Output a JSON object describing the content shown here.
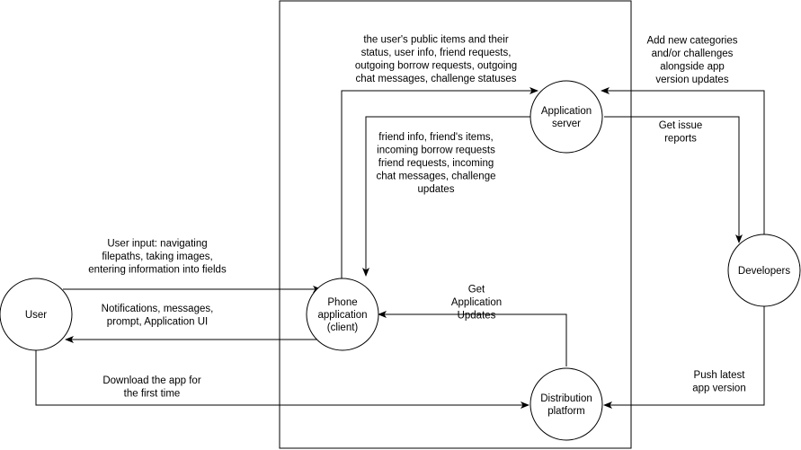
{
  "colors": {
    "stroke": "#000000",
    "fill": "#ffffff",
    "text": "#000000"
  },
  "nodes": {
    "user": [
      "User"
    ],
    "phone_app": [
      "Phone",
      "application",
      "(client)"
    ],
    "app_server": [
      "Application",
      "server"
    ],
    "developers": [
      "Developers"
    ],
    "distribution": [
      "Distribution",
      "platform"
    ]
  },
  "edge_labels": {
    "phone_to_server": [
      "the user's public items and their",
      "status, user info, friend requests,",
      "outgoing borrow requests, outgoing",
      "chat messages, challenge statuses"
    ],
    "server_to_phone": [
      "friend info, friend's items,",
      "incoming borrow requests",
      "friend requests, incoming",
      "chat messages, challenge",
      "updates"
    ],
    "developers_to_server": [
      "Add new categories",
      "and/or challenges",
      "alongside app",
      "version updates"
    ],
    "server_to_developers": [
      "Get issue",
      "reports"
    ],
    "user_to_phone": [
      "User input: navigating",
      "filepaths, taking images,",
      "entering information into fields"
    ],
    "phone_to_user": [
      "Notifications, messages,",
      "prompt, Application UI"
    ],
    "distribution_to_phone": [
      "Get",
      "Application",
      "Updates"
    ],
    "user_to_distribution": [
      "Download the app for",
      "the first time"
    ],
    "developers_to_distribution": [
      "Push latest",
      "app version"
    ]
  }
}
